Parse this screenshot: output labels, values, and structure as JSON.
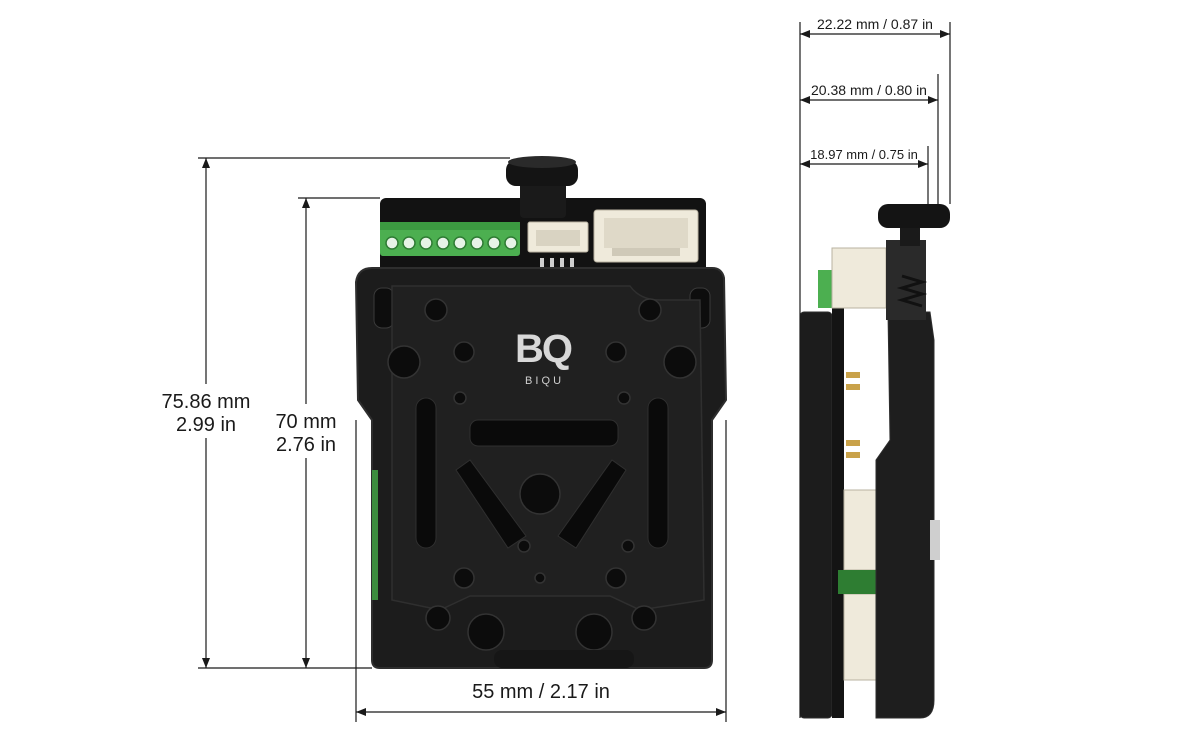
{
  "brand": {
    "logo_mark": "BQ",
    "logo_word": "B I Q U"
  },
  "dimensions": {
    "overall_height_mm": "75.86 mm",
    "overall_height_in": "2.99 in",
    "body_height_mm": "70 mm",
    "body_height_in": "2.76 in",
    "width": "55 mm / 2.17 in",
    "depth_total": "22.22 mm / 0.87 in",
    "depth_mid": "20.38 mm / 0.80 in",
    "depth_body": "18.97 mm / 0.75 in"
  },
  "colors": {
    "body": "#1c1c1c",
    "body_edge": "#2e2e2e",
    "pcb": "#111111",
    "terminal_green": "#4caf50",
    "connector_cream": "#efeadb",
    "line": "#1a1a1a"
  },
  "icons": {
    "knob": "thumb-screw-icon",
    "terminal": "screw-terminal-icon",
    "connector": "jst-connector-icon"
  }
}
